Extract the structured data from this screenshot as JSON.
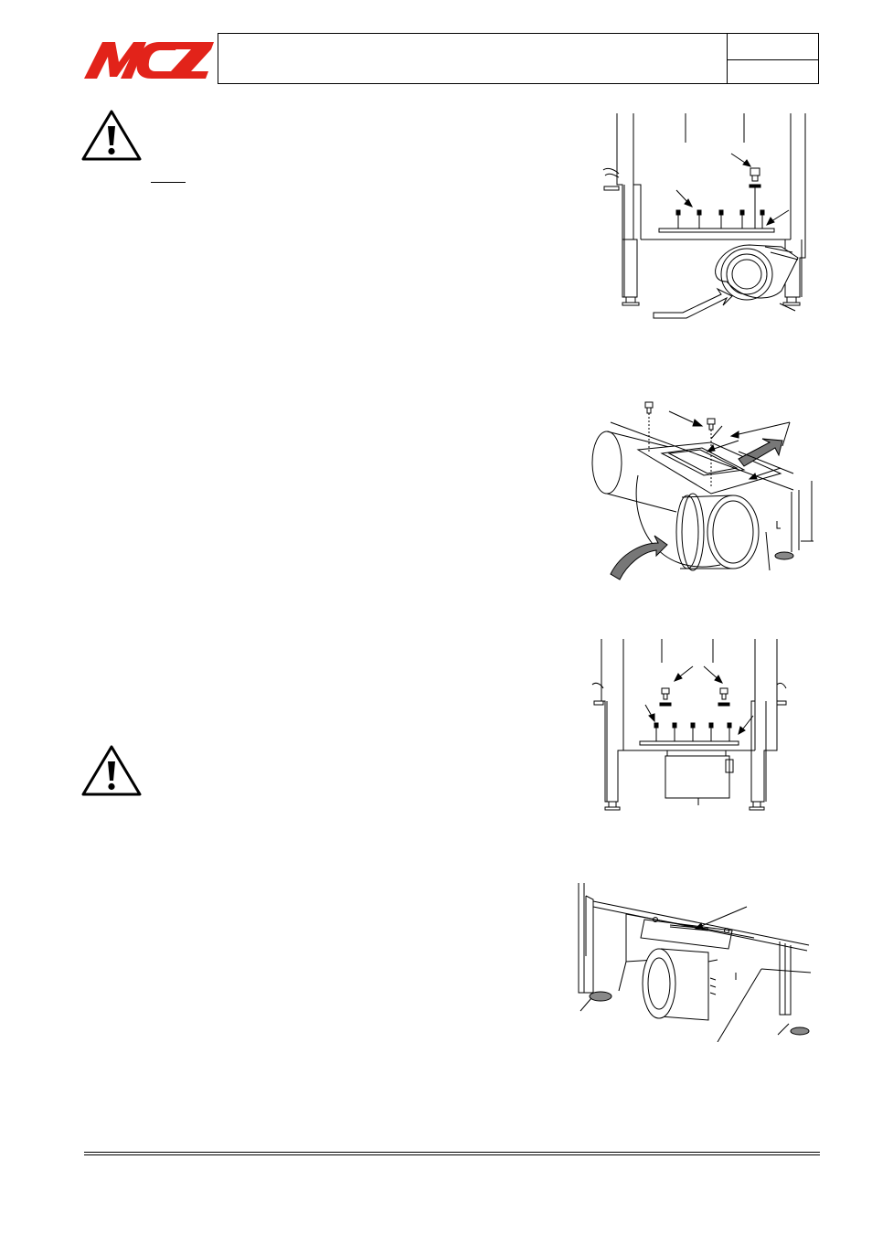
{
  "header": {
    "brand": "MCZ",
    "brand_color": "#e2231a",
    "title": "",
    "ref_top": "",
    "ref_bottom": ""
  },
  "icons": {
    "warning": "warning-triangle-icon"
  },
  "figures": [
    {
      "id": "fig-1",
      "subject": "stove-base-front-view-with-fan"
    },
    {
      "id": "fig-2",
      "subject": "fan-duct-perspective"
    },
    {
      "id": "fig-3",
      "subject": "stove-base-front-view-with-box"
    },
    {
      "id": "fig-4",
      "subject": "stove-base-perspective-underside"
    }
  ],
  "footer": {
    "text": ""
  }
}
